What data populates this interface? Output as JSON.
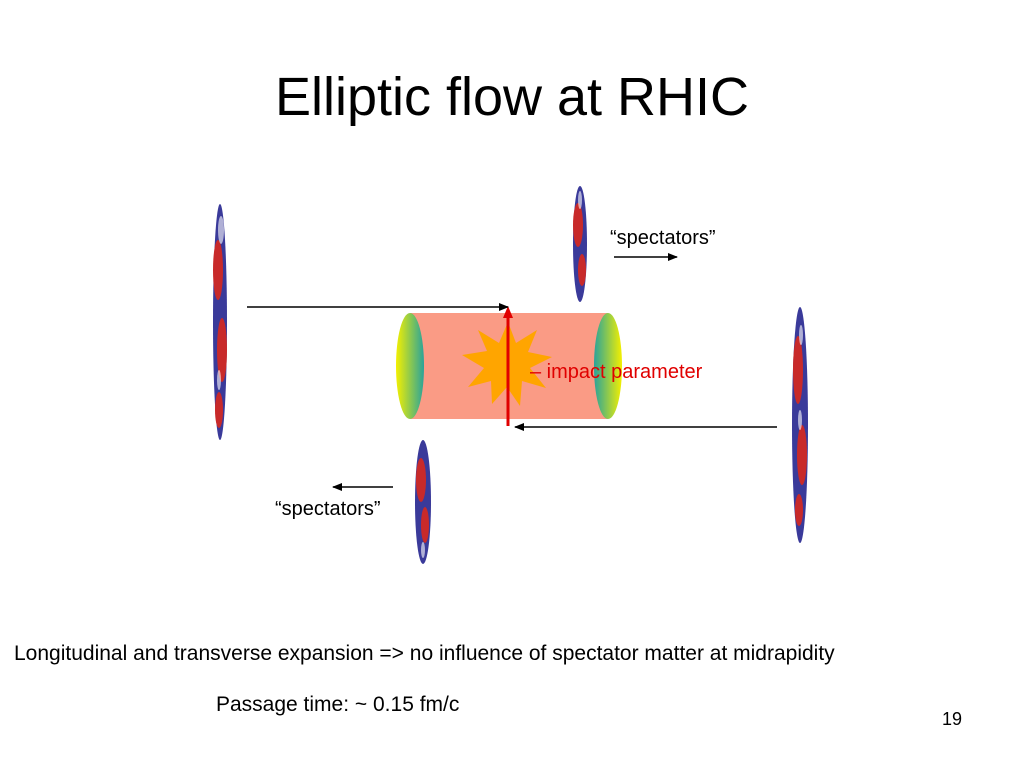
{
  "slide": {
    "title": "Elliptic flow at RHIC",
    "spectators_top": "“spectators”",
    "spectators_bottom": "“spectators”",
    "impact_label": "– impact parameter",
    "line1": "Longitudinal and transverse expansion => no influence of spectator matter at midrapidity",
    "line2": "Passage time: ~ 0.15 fm/c",
    "page_number": "19"
  },
  "colors": {
    "impact": "#e00000",
    "fireball": "#fa9b85",
    "explosion": "#ffa500",
    "nucleus_blue": "#3a3a9a",
    "nucleus_red": "#c82a2a"
  }
}
